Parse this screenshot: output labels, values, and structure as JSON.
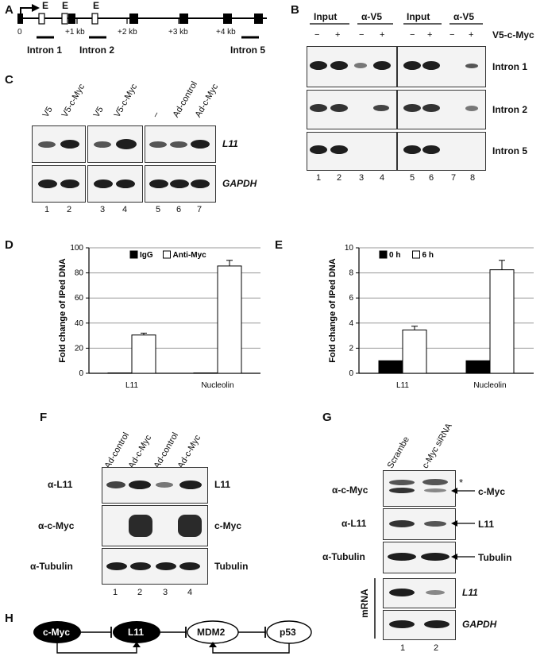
{
  "panels": {
    "A": "A",
    "B": "B",
    "C": "C",
    "D": "D",
    "E": "E",
    "F": "F",
    "G": "G",
    "H": "H"
  },
  "panelA": {
    "e_labels": [
      "E",
      "E",
      "E"
    ],
    "zero": "0",
    "kb": [
      "+1 kb",
      "+2 kb",
      "+3 kb",
      "+4 kb"
    ],
    "introns": [
      "Intron 1",
      "Intron 2",
      "Intron 5"
    ]
  },
  "panelB": {
    "groups": [
      "Input",
      "α-V5",
      "Input",
      "α-V5"
    ],
    "signs": [
      "−",
      "+",
      "−",
      "+",
      "−",
      "+",
      "−",
      "+"
    ],
    "treatment": "V5-c-Myc",
    "rows": [
      "Intron 1",
      "Intron 2",
      "Intron 5"
    ],
    "lanes": [
      "1",
      "2",
      "3",
      "4",
      "5",
      "6",
      "7",
      "8"
    ]
  },
  "panelC": {
    "headers": [
      "V5",
      "V5-c-Myc",
      "V5",
      "V5-c-Myc",
      "–",
      "Ad-control",
      "Ad-c-Myc"
    ],
    "rows": [
      "L11",
      "GAPDH"
    ],
    "lanes": [
      "1",
      "2",
      "3",
      "4",
      "5",
      "6",
      "7"
    ]
  },
  "panelF": {
    "headers": [
      "Ad-control",
      "Ad-c-Myc",
      "Ad-control",
      "Ad-c-Myc"
    ],
    "antibodies": [
      "α-L11",
      "α-c-Myc",
      "α-Tubulin"
    ],
    "proteins": [
      "L11",
      "c-Myc",
      "Tubulin"
    ],
    "lanes": [
      "1",
      "2",
      "3",
      "4"
    ]
  },
  "panelG": {
    "headers": [
      "Scrambe",
      "c-Myc siRNA"
    ],
    "antibodies": [
      "α-c-Myc",
      "α-L11",
      "α-Tubulin"
    ],
    "proteins": [
      "c-Myc",
      "L11",
      "Tubulin"
    ],
    "mrna_label": "mRNA",
    "mrna_rows": [
      "L11",
      "GAPDH"
    ],
    "star": "*",
    "lanes": [
      "1",
      "2"
    ]
  },
  "panelH": {
    "nodes": [
      "c-Myc",
      "L11",
      "MDM2",
      "p53"
    ]
  },
  "chart_data": [
    {
      "type": "bar",
      "panel": "D",
      "categories": [
        "L11",
        "Nucleolin"
      ],
      "series": [
        {
          "name": "IgG",
          "values": [
            0.3,
            0.3
          ],
          "color": "#000000"
        },
        {
          "name": "Anti-Myc",
          "values": [
            30.5,
            85.5
          ],
          "error": [
            1.5,
            4.5
          ],
          "color": "#ffffff"
        }
      ],
      "ylabel": "Fold change of IPed DNA",
      "ylim": [
        0,
        100
      ],
      "yticks": [
        "0",
        "20",
        "40",
        "60",
        "80",
        "100"
      ],
      "grid": true,
      "legend": "top"
    },
    {
      "type": "bar",
      "panel": "E",
      "categories": [
        "L11",
        "Nucleolin"
      ],
      "series": [
        {
          "name": "0 h",
          "values": [
            1.0,
            1.0
          ],
          "color": "#000000"
        },
        {
          "name": "6 h",
          "values": [
            3.45,
            8.25
          ],
          "error": [
            0.3,
            0.75
          ],
          "color": "#ffffff"
        }
      ],
      "ylabel": "Fold change of IPed DNA",
      "ylim": [
        0,
        10
      ],
      "yticks": [
        "0",
        "2",
        "4",
        "6",
        "8",
        "10"
      ],
      "grid": true,
      "legend": "top"
    }
  ]
}
